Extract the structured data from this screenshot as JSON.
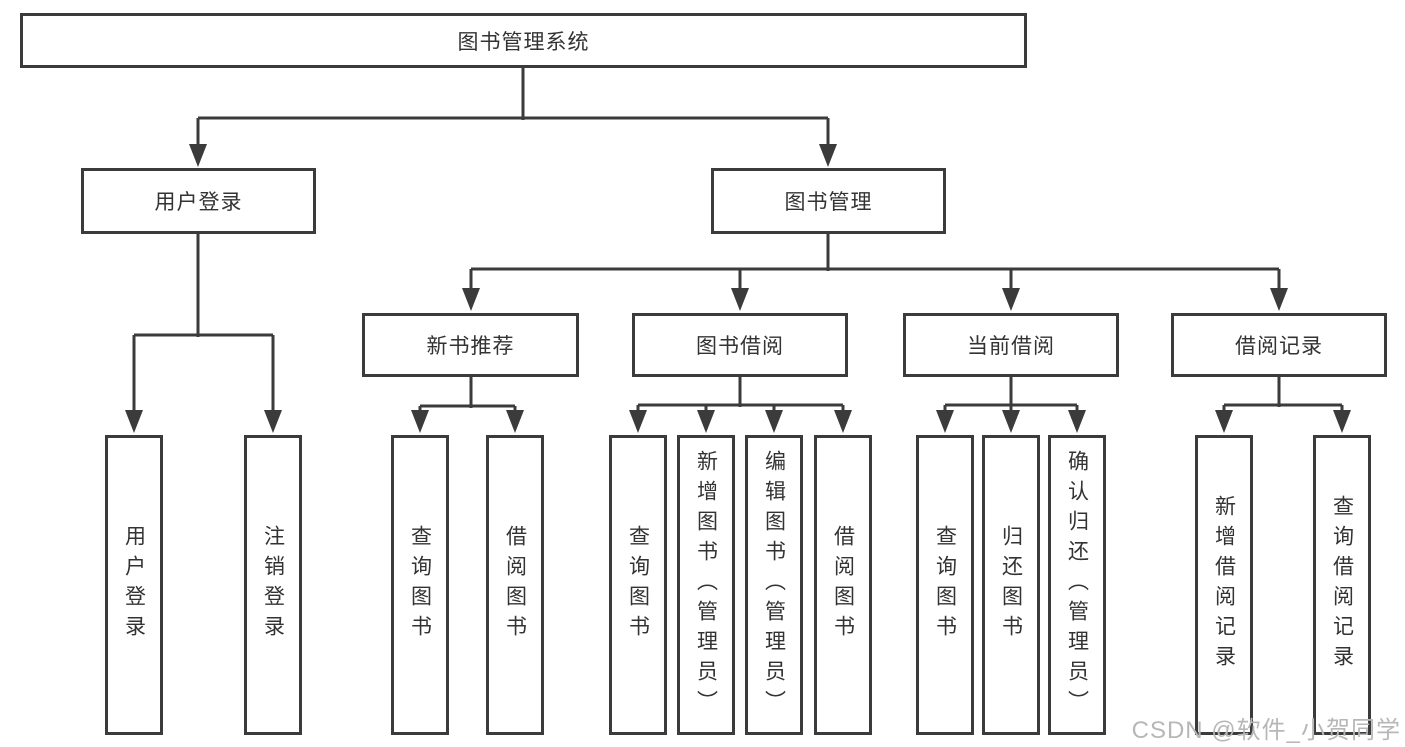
{
  "diagram": {
    "root": "图书管理系统",
    "level2": {
      "user_login": "用户登录",
      "book_management": "图书管理"
    },
    "level3": {
      "new_book_recommend": "新书推荐",
      "book_borrow": "图书借阅",
      "current_borrow": "当前借阅",
      "borrow_records": "借阅记录"
    },
    "leaves": {
      "user_login": "用户登录",
      "logout": "注销登录",
      "recommend_search": "查询图书",
      "recommend_borrow": "借阅图书",
      "borrow_search": "查询图书",
      "borrow_add": "新增图书（管理员）",
      "borrow_edit": "编辑图书（管理员）",
      "borrow_borrow": "借阅图书",
      "current_search": "查询图书",
      "current_return": "归还图书",
      "current_confirm": "确认归还（管理员）",
      "records_add": "新增借阅记录",
      "records_search": "查询借阅记录"
    }
  },
  "watermark": "CSDN @软件_小贺同学",
  "colors": {
    "line": "#3b3b3b",
    "box_border": "#3b3b3b",
    "text": "#333333",
    "watermark": "#b7b7b7",
    "background": "#ffffff"
  }
}
